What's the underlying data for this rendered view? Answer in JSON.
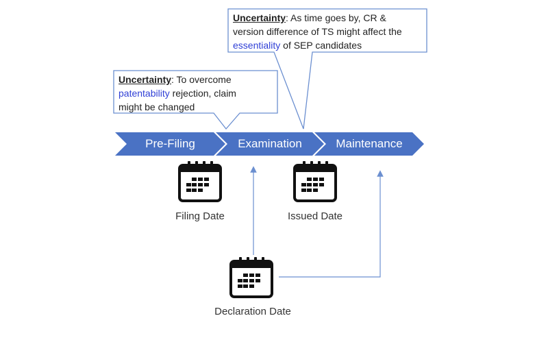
{
  "callouts": {
    "top": {
      "heading": "Uncertainty",
      "text1": ": As time goes by, CR  &",
      "text2": "version difference of TS might affect the",
      "keyword": "essentiality",
      "text3": " of SEP candidates"
    },
    "middle": {
      "heading": "Uncertainty",
      "text1": ": To overcome",
      "keyword": "patentability",
      "text2": " rejection, claim",
      "text3": "might be changed"
    }
  },
  "stages": [
    "Pre-Filing",
    "Examination",
    "Maintenance"
  ],
  "dates": {
    "filing": "Filing Date",
    "issued": "Issued Date",
    "declaration": "Declaration Date"
  },
  "colors": {
    "chevron": "#4a72c4",
    "callout_border": "#6b8fd0",
    "arrow": "#6b8fd0",
    "keyword": "#2f3fd6"
  },
  "icons": [
    "calendar-icon",
    "calendar-icon",
    "calendar-icon"
  ]
}
